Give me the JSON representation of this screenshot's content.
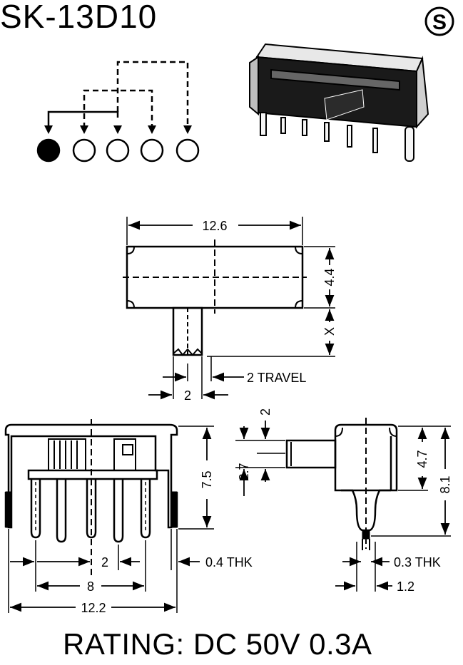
{
  "title": "SK-13D10",
  "brand": {
    "mark": "S"
  },
  "schematic": {
    "terminals": 5,
    "filled_terminal": 1
  },
  "top_view": {
    "width": "12.6",
    "body_height": "4.4",
    "actuator_length": "X",
    "actuator_width": "2",
    "travel": "2 TRAVEL"
  },
  "front_view": {
    "height": "7.5",
    "pitch": "2",
    "outer_pitch": "8",
    "overall_width": "12.2",
    "pin_thickness": "0.4 THK"
  },
  "side_view": {
    "actuator_offset": "2",
    "actuator_height": "2.7",
    "body_height": "4.7",
    "overall_height": "8.1",
    "lug_thickness": "0.3 THK",
    "lug_spacing": "1.2"
  },
  "rating": "RATING: DC 50V 0.3A"
}
